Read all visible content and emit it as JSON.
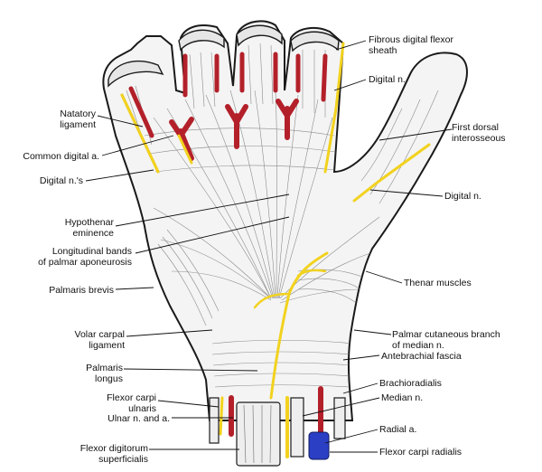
{
  "labels": {
    "fibrous_digital_flexor_sheath": "Fibrous digital flexor\nsheath",
    "digital_n_top": "Digital n.",
    "natatory_ligament": "Natatory\nligament",
    "first_dorsal_interosseous": "First dorsal\ninterosseous",
    "common_digital_a": "Common digital a.",
    "digital_ns": "Digital n.'s",
    "digital_n_right": "Digital n.",
    "hypothenar_eminence": "Hypothenar\neminence",
    "longitudinal_bands": "Longitudinal bands\nof palmar aponeurosis",
    "palmaris_brevis": "Palmaris brevis",
    "thenar_muscles": "Thenar muscles",
    "volar_carpal_ligament": "Volar carpal\nligament",
    "palmar_cutaneous_branch": "Palmar cutaneous branch\nof median n.",
    "antebrachial_fascia": "Antebrachial fascia",
    "palmaris_longus": "Palmaris\nlongus",
    "brachioradialis": "Brachioradialis",
    "flexor_carpi_ulnaris": "Flexor carpi\nulnaris",
    "median_n": "Median n.",
    "ulnar_n_and_a": "Ulnar n. and a.",
    "radial_a": "Radial a.",
    "flexor_digitorum_superficialis": "Flexor digitorum\nsuperficialis",
    "flexor_carpi_radialis": "Flexor carpi radialis"
  },
  "colors": {
    "artery": "#b3202a",
    "nerve": "#f2d21e",
    "vein": "#2a3fc4",
    "outline": "#1a1a1a",
    "leader": "#111111"
  }
}
